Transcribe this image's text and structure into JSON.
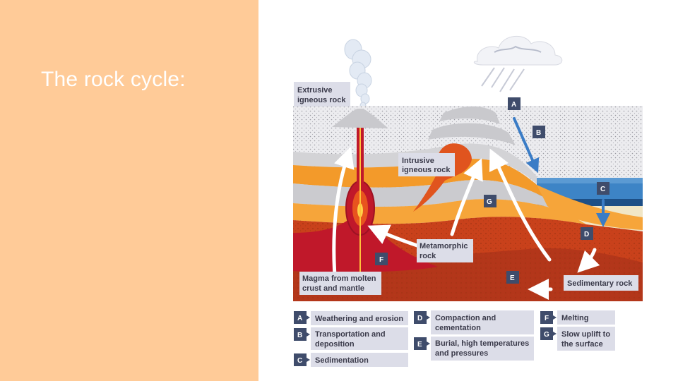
{
  "slide": {
    "title": "The rock cycle:"
  },
  "colors": {
    "panel": "#ffcb98",
    "magma": "#c0182a",
    "orange_layer": "#f39a2a",
    "red_layer": "#c9411b",
    "grey_layer": "#cdcdd1",
    "sea": "#3d84c6",
    "letter_box": "#3f4c6b",
    "label_box": "#dcdde8"
  },
  "diagram": {
    "labels": {
      "extrusive": [
        "Extrusive",
        "igneous rock"
      ],
      "intrusive": [
        "Intrusive",
        "igneous rock"
      ],
      "metamorphic": [
        "Metamorphic",
        "rock"
      ],
      "magma": [
        "Magma from molten",
        "crust and mantle"
      ],
      "sedimentary": "Sedimentary rock"
    },
    "markers": {
      "A": "A",
      "B": "B",
      "C": "C",
      "D": "D",
      "E": "E",
      "F": "F",
      "G": "G"
    }
  },
  "key": [
    {
      "letter": "A",
      "text": [
        "Weathering and erosion"
      ]
    },
    {
      "letter": "B",
      "text": [
        "Transportation and",
        "deposition"
      ]
    },
    {
      "letter": "C",
      "text": [
        "Sedimentation"
      ]
    },
    {
      "letter": "D",
      "text": [
        "Compaction and",
        "cementation"
      ]
    },
    {
      "letter": "E",
      "text": [
        "Burial, high temperatures",
        "and pressures"
      ]
    },
    {
      "letter": "F",
      "text": [
        "Melting"
      ]
    },
    {
      "letter": "G",
      "text": [
        "Slow uplift to",
        "the surface"
      ]
    }
  ]
}
